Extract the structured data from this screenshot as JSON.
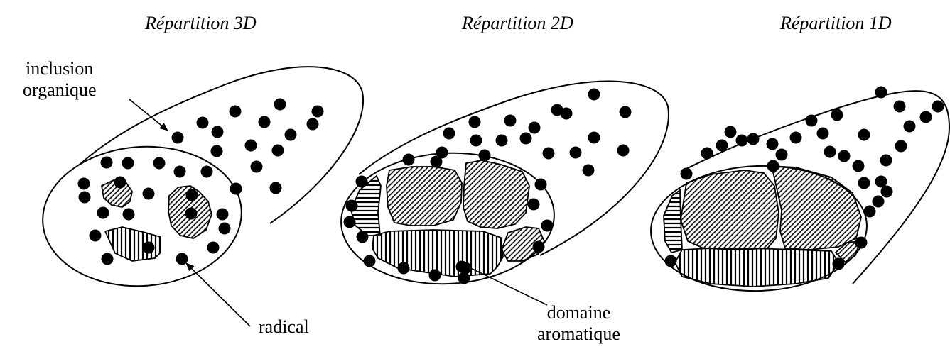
{
  "titles": {
    "t3d": "Répartition 3D",
    "t2d": "Répartition 2D",
    "t1d": "Répartition 1D"
  },
  "labels": {
    "inclusion_line1": "inclusion",
    "inclusion_line2": "organique",
    "radical": "radical",
    "domaine_line1": "domaine",
    "domaine_line2": "aromatique"
  }
}
